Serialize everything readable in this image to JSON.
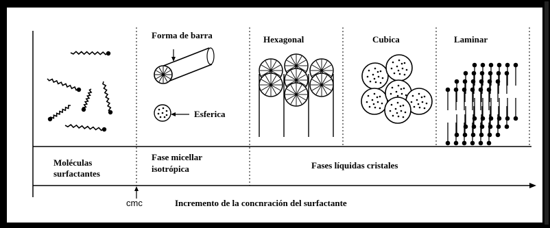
{
  "phases": {
    "rod": "Forma de barra",
    "sphere": "Esferica",
    "hexagonal": "Hexagonal",
    "cubic": "Cubica",
    "lamellar": "Laminar"
  },
  "regions": {
    "molecules_line1": "Moléculas",
    "molecules_line2": "surfactantes",
    "micellar_line1": "Fase micellar",
    "micellar_line2": "isotrópica",
    "liquid_crystal": "Fases líquidas cristales"
  },
  "axis": {
    "cmc": "cmc",
    "caption": "Incremento de la concnración del surfactante"
  }
}
